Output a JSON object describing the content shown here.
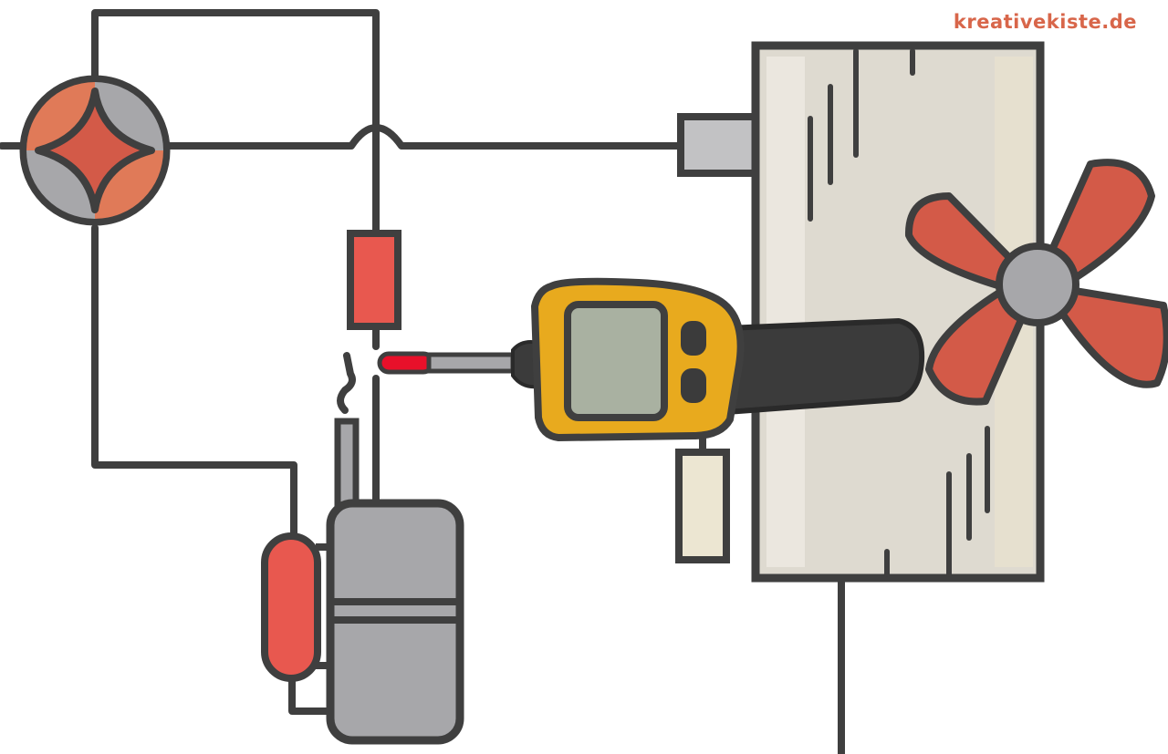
{
  "watermark": {
    "text": "kreativekiste.de",
    "color": "#d8664a"
  },
  "colors": {
    "line": "#3f3f3f",
    "red": "#e8584f",
    "valve_orange": "#e07a58",
    "valve_red": "#d35a48",
    "grey": "#a7a7aa",
    "panel": "#dedad0",
    "cream": "#ece6d2",
    "meter_yellow": "#e8aa1e",
    "meter_screen": "#a9b1a1",
    "handle": "#3b3b3b"
  },
  "components": [
    {
      "name": "four-way-valve",
      "icon": "valve-icon"
    },
    {
      "name": "compressor",
      "icon": "compressor-icon"
    },
    {
      "name": "capacitor",
      "icon": "capacitor-icon"
    },
    {
      "name": "resistor",
      "icon": "resistor-icon"
    },
    {
      "name": "evaporator-panel",
      "icon": "panel-icon"
    },
    {
      "name": "fan",
      "icon": "fan-icon"
    },
    {
      "name": "digital-thermometer",
      "icon": "thermometer-icon"
    }
  ]
}
